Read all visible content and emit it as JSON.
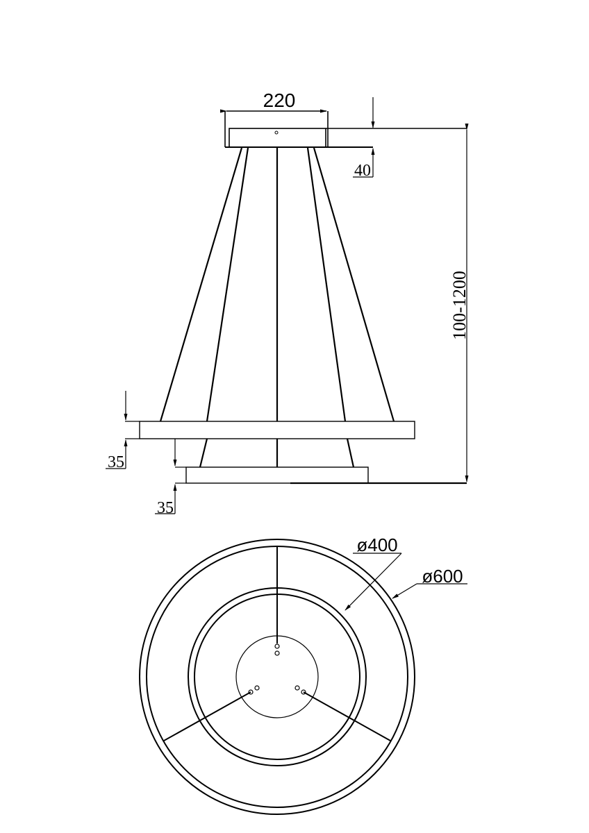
{
  "drawing": {
    "type": "technical-drawing",
    "subject": "two-ring pendant lamp",
    "views": [
      "side-elevation",
      "top-plan"
    ]
  },
  "side_view": {
    "canopy_width_label": "220",
    "canopy_height_label": "40",
    "suspension_length_label": "100-1200",
    "upper_ring_thickness_label": "35",
    "lower_ring_thickness_label": "35"
  },
  "top_view": {
    "inner_ring_diameter_label": "ø400",
    "outer_ring_diameter_label": "ø600"
  },
  "colors": {
    "line": "#000000",
    "background": "#ffffff"
  }
}
